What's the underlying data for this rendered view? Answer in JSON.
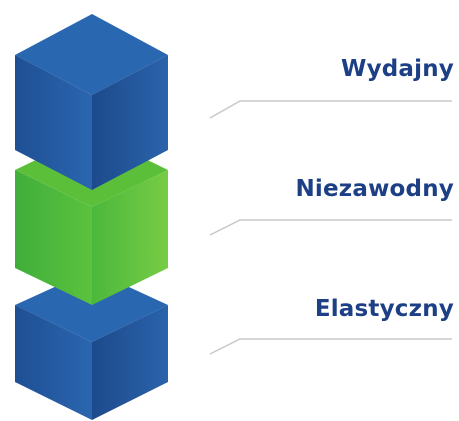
{
  "labels": [
    "Wydajny",
    "Niezawodny",
    "Elastyczny"
  ],
  "colors": {
    "blue_light": "#2560a8",
    "blue_dark": "#1f4f93",
    "blue_top": "#2a67b1",
    "green_light": "#6fc840",
    "green_dark": "#3eab38",
    "green_top": "#5cbf3a",
    "text": "#1d3f86",
    "line": "#c8c8c8"
  }
}
